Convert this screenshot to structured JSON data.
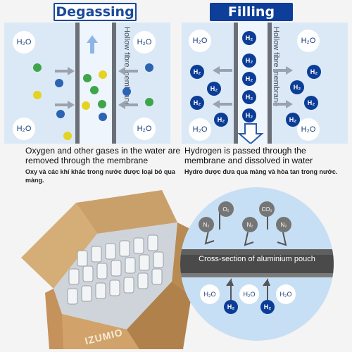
{
  "degassing": {
    "title": "Degassing",
    "membrane_label": "Hollow fibre membrane",
    "h2o": [
      "H₂O",
      "H₂O",
      "H₂O",
      "H₂O"
    ],
    "caption": "Oxygen and other gases in the water are removed through the membrane",
    "caption_vi": "Oxy và các khí khác trong nước được loại bỏ qua màng."
  },
  "filling": {
    "title": "Filling",
    "membrane_label": "Hollow fibre membrane",
    "h2o": [
      "H₂O",
      "H₂O",
      "H₂O",
      "H₂O"
    ],
    "h2": [
      "H₂",
      "H₂",
      "H₂",
      "H₂",
      "H₂",
      "H₂",
      "H₂",
      "H₂",
      "H₂",
      "H₂",
      "H₂",
      "H₂",
      "H₂"
    ],
    "caption": "Hydrogen is passed through the membrane and dissolved in water",
    "caption_vi": "Hydro được đưa qua màng và hòa tan trong nước."
  },
  "pouch": {
    "label": "Cross-section of aluminium pouch",
    "gases_out": [
      "O₂",
      "CO₂"
    ],
    "gases_blocked": [
      "N₂",
      "N₂",
      "N₂"
    ],
    "h2o": [
      "H₂O",
      "H₂O",
      "H₂O"
    ],
    "h2": [
      "H₂",
      "H₂"
    ]
  },
  "box": {
    "brand": "IZUMIO"
  },
  "colors": {
    "navy": "#0d3e9a",
    "panel": "#dbe9f7",
    "green": "#3fa54a",
    "yellow": "#e6d222",
    "blue": "#2c63b3",
    "cardboard": "#c89a5d"
  }
}
